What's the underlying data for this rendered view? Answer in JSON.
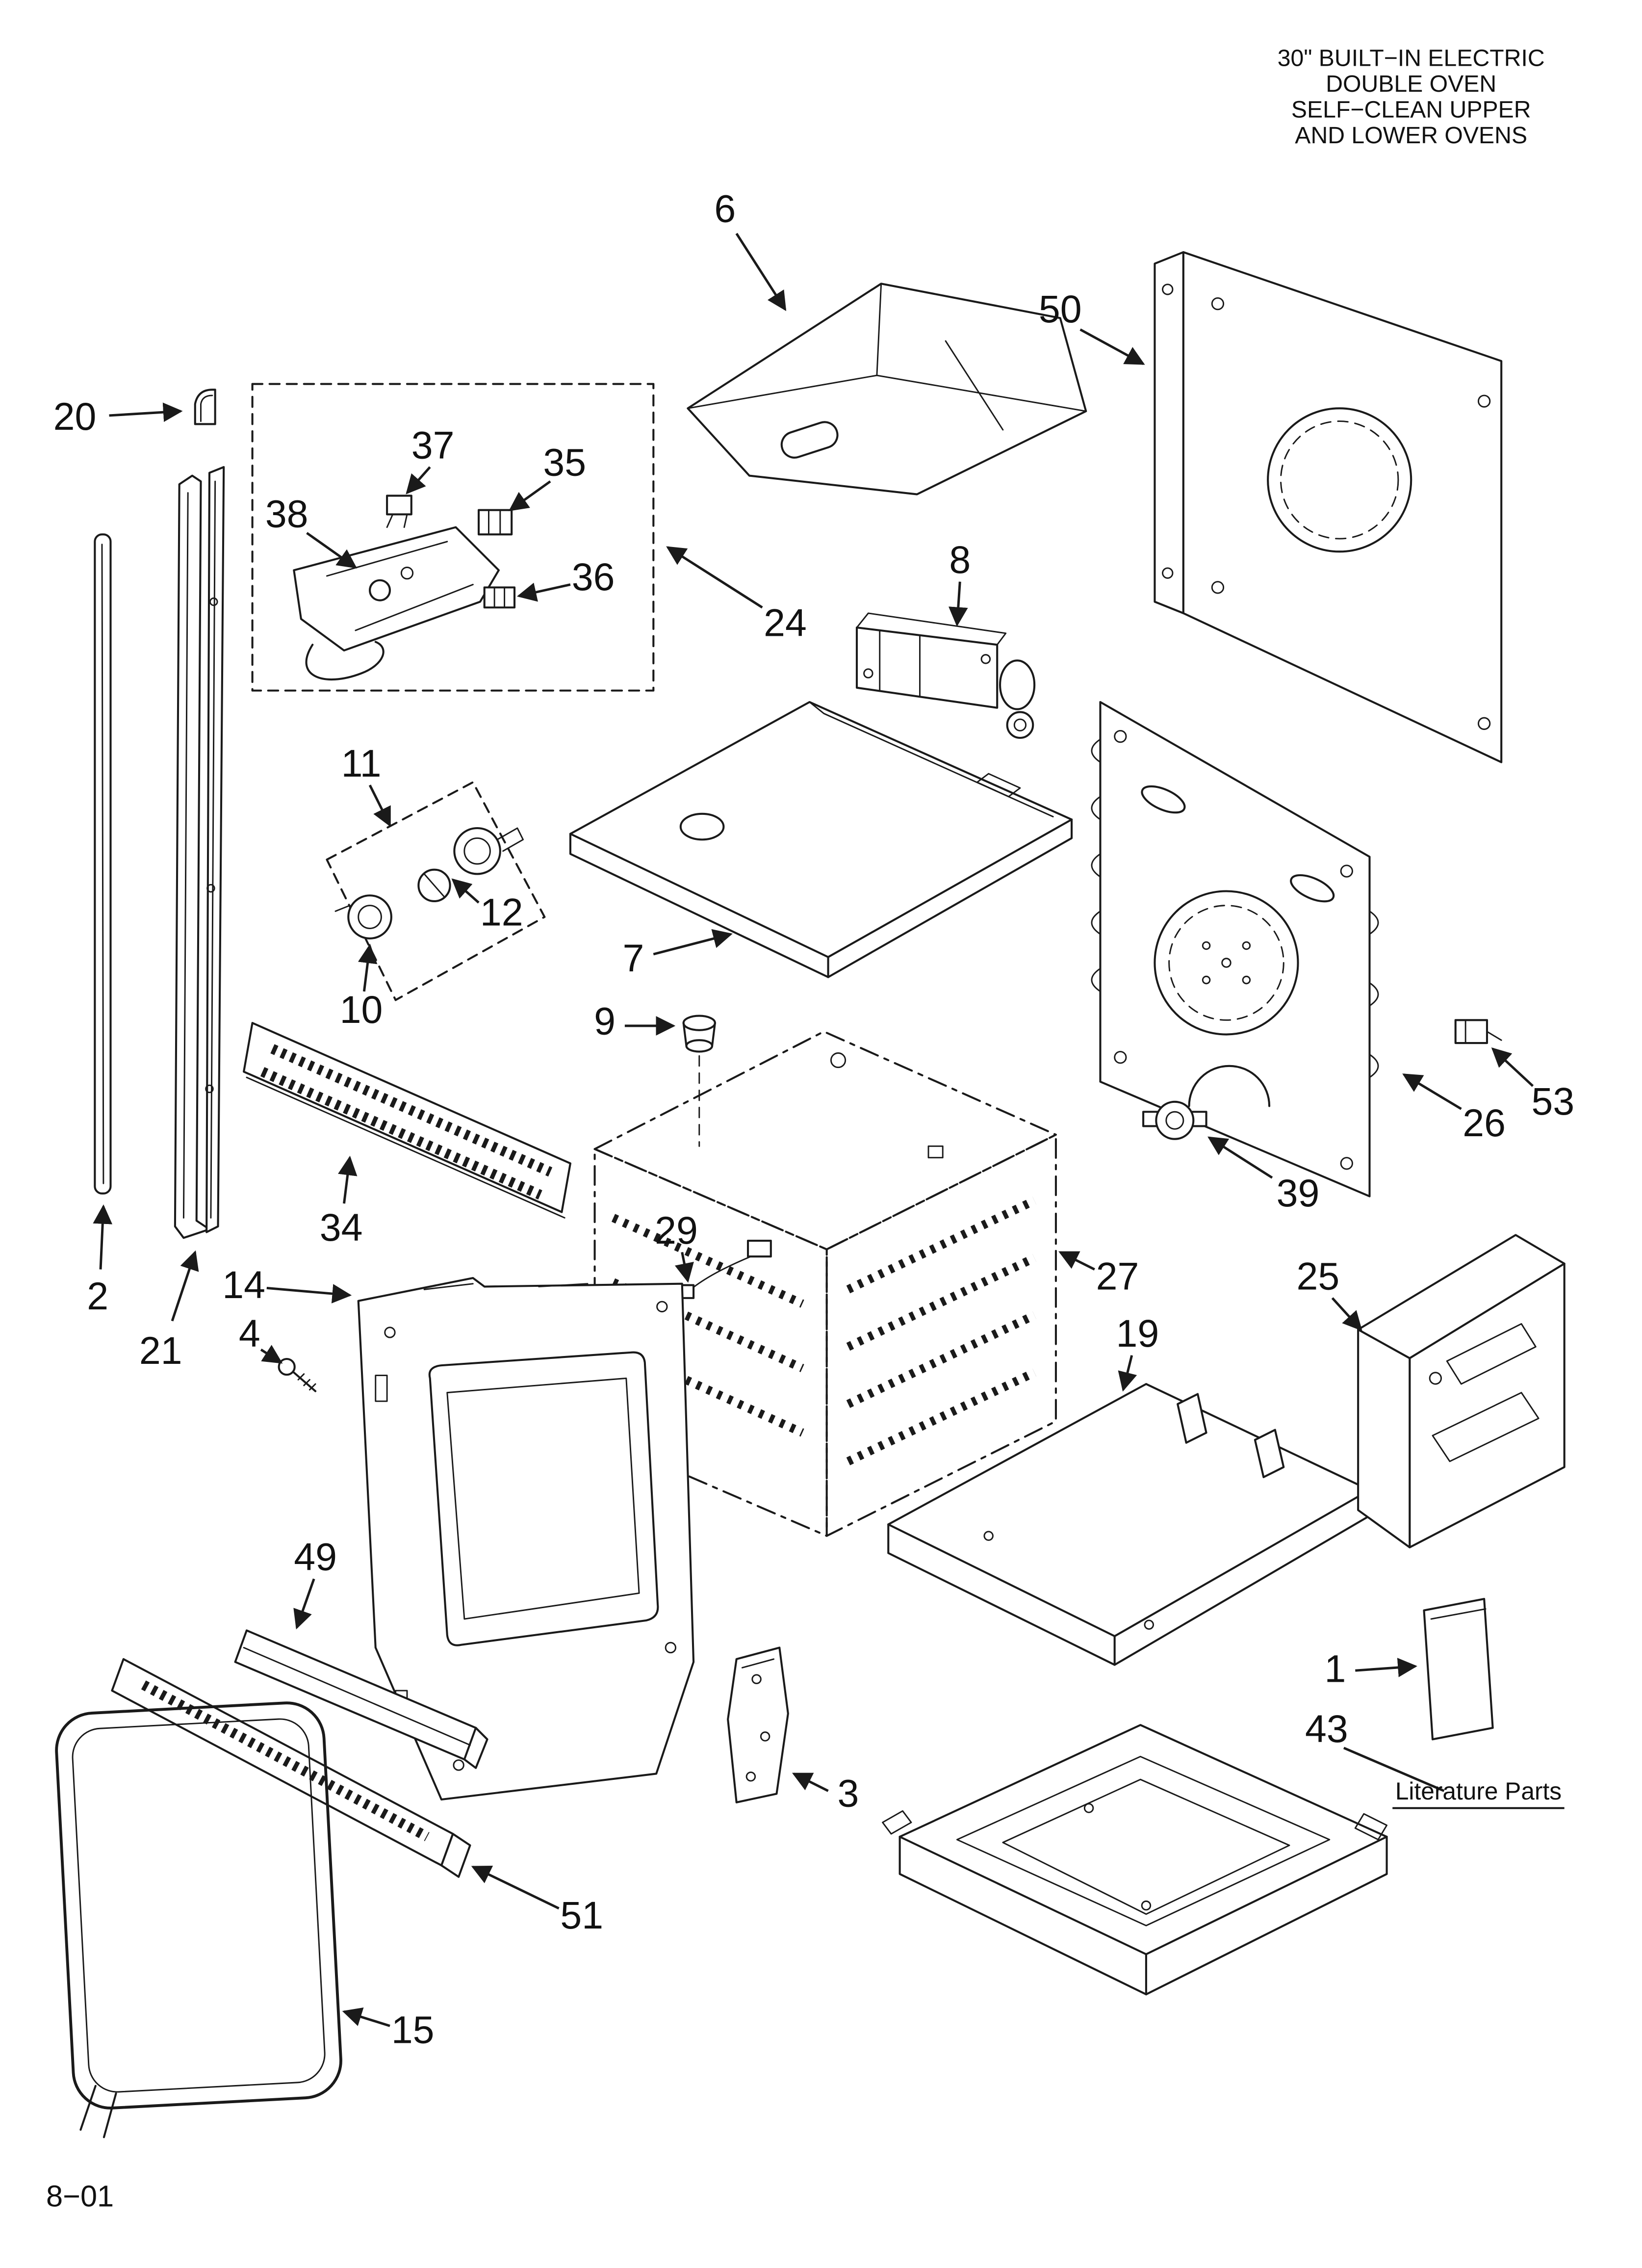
{
  "header": {
    "lines": [
      "30\" BUILT−IN ELECTRIC",
      "DOUBLE OVEN",
      "SELF−CLEAN UPPER",
      "AND LOWER OVENS"
    ]
  },
  "footer": {
    "page_code": "8−01"
  },
  "literature": {
    "label": "Literature Parts"
  },
  "callouts": {
    "p1": "1",
    "p2": "2",
    "p3": "3",
    "p4": "4",
    "p6": "6",
    "p7": "7",
    "p8": "8",
    "p9": "9",
    "p10": "10",
    "p11": "11",
    "p12": "12",
    "p14": "14",
    "p15": "15",
    "p19": "19",
    "p20": "20",
    "p21": "21",
    "p24": "24",
    "p25": "25",
    "p26": "26",
    "p27": "27",
    "p29": "29",
    "p34": "34",
    "p35": "35",
    "p36": "36",
    "p37": "37",
    "p38": "38",
    "p39": "39",
    "p43": "43",
    "p49": "49",
    "p50": "50",
    "p51": "51",
    "p53": "53"
  }
}
